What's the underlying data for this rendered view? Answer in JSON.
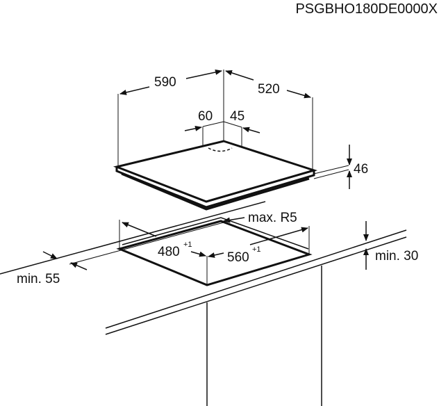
{
  "model_code": "PSGBHO180DE0000X",
  "dimensions": {
    "width": "590",
    "depth": "520",
    "gas_inlet_x": "60",
    "gas_inlet_y": "45",
    "height": "46",
    "cutout_depth": "480",
    "cutout_depth_tol": "+1",
    "cutout_width": "560",
    "cutout_width_tol": "+1",
    "corner_radius": "max. R5",
    "min_front_distance": "min. 55",
    "min_worktop_thickness": "min. 30"
  }
}
